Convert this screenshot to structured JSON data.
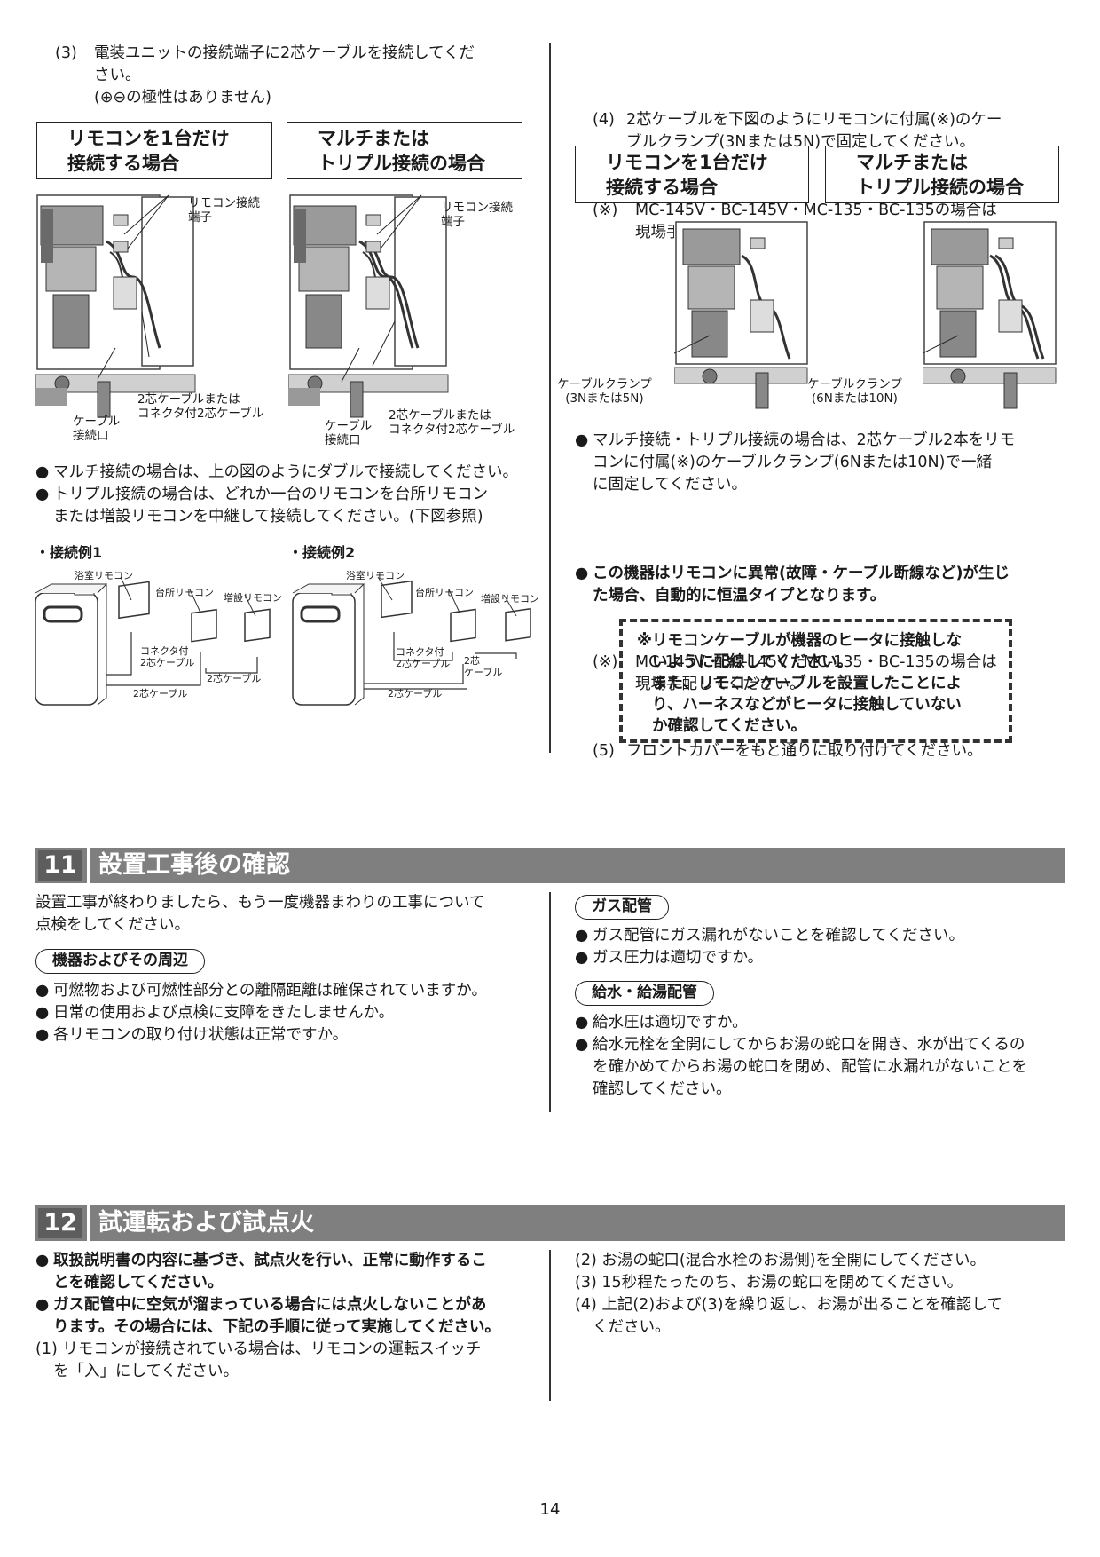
{
  "top": {
    "left": {
      "step3": {
        "num": "(3)",
        "line1": "電装ユニットの接続端子に2芯ケーブルを接続してくだ",
        "line2": "さい。",
        "line3": "(⊕⊖の極性はありません)"
      },
      "box_single": {
        "line1": "リモコンを1台だけ",
        "line2": "接続する場合"
      },
      "box_multi": {
        "line1": "マルチまたは",
        "line2": "トリプル接続の場合"
      },
      "fig1_labels": {
        "terminal": "リモコン接続\n端子",
        "cable": "2芯ケーブルまたは\nコネクタ付2芯ケーブル",
        "port": "ケーブル\n接続口"
      },
      "fig2_labels": {
        "terminal": "リモコン接続\n端子",
        "cable": "2芯ケーブルまたは\nコネクタ付2芯ケーブル",
        "port": "ケーブル\n接続口"
      },
      "bullet1": "マルチ接続の場合は、上の図のようにダブルで接続してください。",
      "bullet2_l1": "トリプル接続の場合は、どれか一台のリモコンを台所リモコン",
      "bullet2_l2": "または増設リモコンを中継して接続してください。(下図参照)",
      "example1": {
        "title": "・接続例1",
        "bath": "浴室リモコン",
        "kitchen": "台所リモコン",
        "extra": "増設リモコン",
        "connector": "コネクタ付\n2芯ケーブル",
        "cable_a": "2芯ケーブル",
        "cable_b": "2芯ケーブル"
      },
      "example2": {
        "title": "・接続例2",
        "bath": "浴室リモコン",
        "kitchen": "台所リモコン",
        "extra": "増設リモコン",
        "connector": "コネクタ付\n2芯ケーブル",
        "cable_a": "2芯\nケーブル",
        "cable_b": "2芯ケーブル"
      }
    },
    "right": {
      "step4": {
        "num": "(4)",
        "line1": "2芯ケーブルを下図のようにリモコンに付属(※)のケー",
        "line2": "ブルクランプ(3Nまたは5N)で固定してください。"
      },
      "note": {
        "num": "(※)",
        "line1": "MC-145V・BC-145V・MC-135・BC-135の場合は",
        "line2": "現場手配してください。"
      },
      "box_single": {
        "line1": "リモコンを1台だけ",
        "line2": "接続する場合"
      },
      "box_multi": {
        "line1": "マルチまたは",
        "line2": "トリプル接続の場合"
      },
      "fig3_label": "ケーブルクランプ\n(3Nまたは5N)",
      "fig4_label": "ケーブルクランプ\n(6Nまたは10N)",
      "bullet_multi_l1": "マルチ接続・トリプル接続の場合は、2芯ケーブル2本をリモ",
      "bullet_multi_l2": "コンに付属(※)のケーブルクランプ(6Nまたは10N)で一緒",
      "bullet_multi_l3": "に固定してください。",
      "note2": {
        "num": "(※)",
        "line1": "MC-145V・BC-145V・MC-135・BC-135の場合は",
        "line2": "現場手配してください。"
      },
      "step5": {
        "num": "(5)",
        "text": "フロントカバーをもと通りに取り付けてください。"
      },
      "warn_l1": "この機器はリモコンに異常(故障・ケーブル断線など)が生じ",
      "warn_l2": "た場合、自動的に恒温タイプとなります。",
      "dash": {
        "l1": "※リモコンケーブルが機器のヒータに接触しな",
        "l2": "いように配線してください。",
        "l3": "また、リモコンケーブルを設置したことによ",
        "l4": "り、ハーネスなどがヒータに接触していない",
        "l5": "か確認してください。"
      }
    }
  },
  "section11": {
    "num": "11",
    "title": "設置工事後の確認",
    "intro_l1": "設置工事が終わりましたら、もう一度機器まわりの工事について",
    "intro_l2": "点検をしてください。",
    "pill_equipment": "機器およびその周辺",
    "eq1": "可燃物および可燃性部分との離隔距離は確保されていますか。",
    "eq2": "日常の使用および点検に支障をきたしませんか。",
    "eq3": "各リモコンの取り付け状態は正常ですか。",
    "pill_gas": "ガス配管",
    "gas1": "ガス配管にガス漏れがないことを確認してください。",
    "gas2": "ガス圧力は適切ですか。",
    "pill_water": "給水・給湯配管",
    "water1": "給水圧は適切ですか。",
    "water2_l1": "給水元栓を全開にしてからお湯の蛇口を開き、水が出てくるの",
    "water2_l2": "を確かめてからお湯の蛇口を閉め、配管に水漏れがないことを",
    "water2_l3": "確認してください。"
  },
  "section12": {
    "num": "12",
    "title": "試運転および試点火",
    "b1_l1": "取扱説明書の内容に基づき、試点火を行い、正常に動作するこ",
    "b1_l2": "とを確認してください。",
    "b2_l1": "ガス配管中に空気が溜まっている場合には点火しないことがあ",
    "b2_l2": "ります。その場合には、下記の手順に従って実施してください。",
    "s1_l1": "(1) リモコンが接続されている場合は、リモコンの運転スイッチ",
    "s1_l2": "を「入」にしてください。",
    "s2": "(2) お湯の蛇口(混合水栓のお湯側)を全開にしてください。",
    "s3": "(3) 15秒程たったのち、お湯の蛇口を閉めてください。",
    "s4_l1": "(4) 上記(2)および(3)を繰り返し、お湯が出ることを確認して",
    "s4_l2": "ください。"
  },
  "page_number": "14"
}
